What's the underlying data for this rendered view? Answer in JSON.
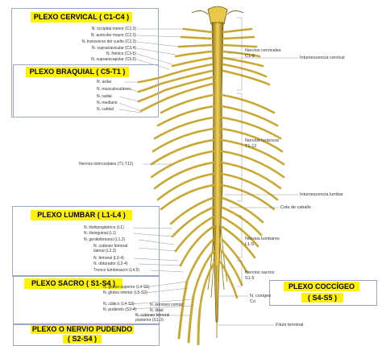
{
  "boxes": {
    "cervical": {
      "title": "PLEXO CERVICAL ( C1-C4 )"
    },
    "braquial": {
      "title": "PLEXO BRAQUIAL ( C5-T1 )"
    },
    "lumbar": {
      "title": "PLEXO LUMBAR ( L1-L4 )"
    },
    "sacro": {
      "title": "PLEXO SACRO ( S1-S4 )"
    },
    "pudendo": {
      "title_line1": "PLEXO O NERVIO  PUDENDO",
      "title_line2": "( S2-S4 )"
    },
    "coccigeo": {
      "title_line1": "PLEXO COCCÍGEO",
      "title_line2": "( S4-S5 )"
    }
  },
  "labels": {
    "cervical": [
      "N. occipital menor (C2,3)",
      "N. auricular mayor (C2,3)",
      "N. transverso del cuello (C2,3)",
      "N. supraclavicular (C3,4)",
      "N. frénico (C3-5)",
      "N. supraescapular (C5,6)"
    ],
    "braquial": [
      "N. axilar",
      "N. musculocutáneo",
      "N. radial",
      "N. mediano",
      "N. cubital"
    ],
    "intercostales": "Nervios intercostales (T1-T12)",
    "lumbar": [
      "N. iliohipogástrico (L1)",
      "N. ilioinguinal (L1)",
      "N. genitofemoral (L1,2)",
      "N. cutáneo femoral",
      "lateral (L2,3)",
      "N. femoral (L2-4)",
      "N. obturador (L2-4)",
      "Tronco lumbosacro (L4,5)"
    ],
    "sacro": [
      "N. glúteo superior (L4-S1)",
      "N. glúteo inferior (L5-S2)",
      "N. ciático (L4-S3)",
      "N. pudendo (S2-4)",
      "N. peroneo común",
      "N. tibial",
      "N. cutáneo femoral",
      "posterior (S1-3)"
    ],
    "right": {
      "cervicales_1": "Nervios cervicales",
      "cervicales_2": "C1-8",
      "intumescencia_cervical": "Intumescencia cervical",
      "toracicos_1": "Nervios torácicos",
      "toracicos_2": "T1-12",
      "intumescencia_lumbar": "Intumescencia lumbar",
      "cola": "Cola de caballo",
      "lumbares_1": "Nervios lumbares",
      "lumbares_2": "L1-5",
      "sacros_1": "Nervios sacros",
      "sacros_2": "S1-5",
      "coccigeo_1": "N. coxígeo",
      "coccigeo_2": "Co",
      "filum": "Filum terminal"
    }
  },
  "colors": {
    "cord": "#d9b93c",
    "cord_edge": "#6b5512",
    "highlight": "#fff200",
    "box_border": "#9aa7c7"
  }
}
